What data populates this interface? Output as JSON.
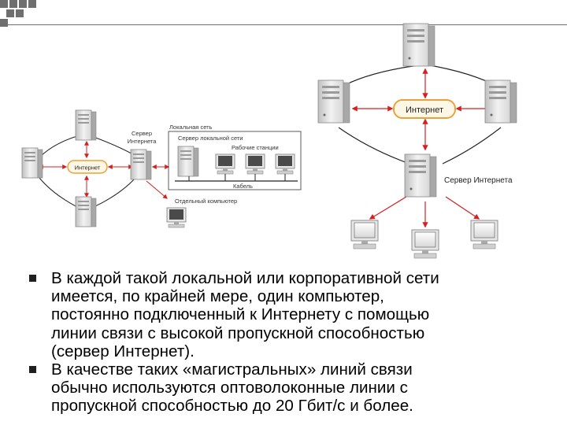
{
  "diagram": {
    "small": {
      "internet_label": "Интернет",
      "server_label_line1": "Сервер",
      "server_label_line2": "Интернета",
      "lan_label": "Локальная сеть",
      "lan_server_label": "Сервер локальной сети",
      "workstations_label": "Рабочие станции",
      "cable_label": "Кабель",
      "remote_label": "Отдельный компьютер"
    },
    "large": {
      "internet_label": "Интернет",
      "server_label": "Сервер Интернета"
    }
  },
  "bullets": [
    {
      "lines": [
        "В каждой такой локальной или корпоративной сети",
        "имеется, по крайней мере, один компьютер,",
        "постоянно подключенный к Интернету с помощью",
        "линии связи с высокой пропускной способностью",
        "(сервер Интернет)."
      ]
    },
    {
      "lines": [
        "В качестве таких «магистральных» линий связи",
        "обычно используются оптоволоконные линии  с",
        "пропускной способностью до 20 Гбит/с и более."
      ]
    }
  ],
  "colors": {
    "accent_orange": "#e8a23a",
    "arrow_red": "#d42020",
    "corner_square": "#6f6f6f"
  }
}
